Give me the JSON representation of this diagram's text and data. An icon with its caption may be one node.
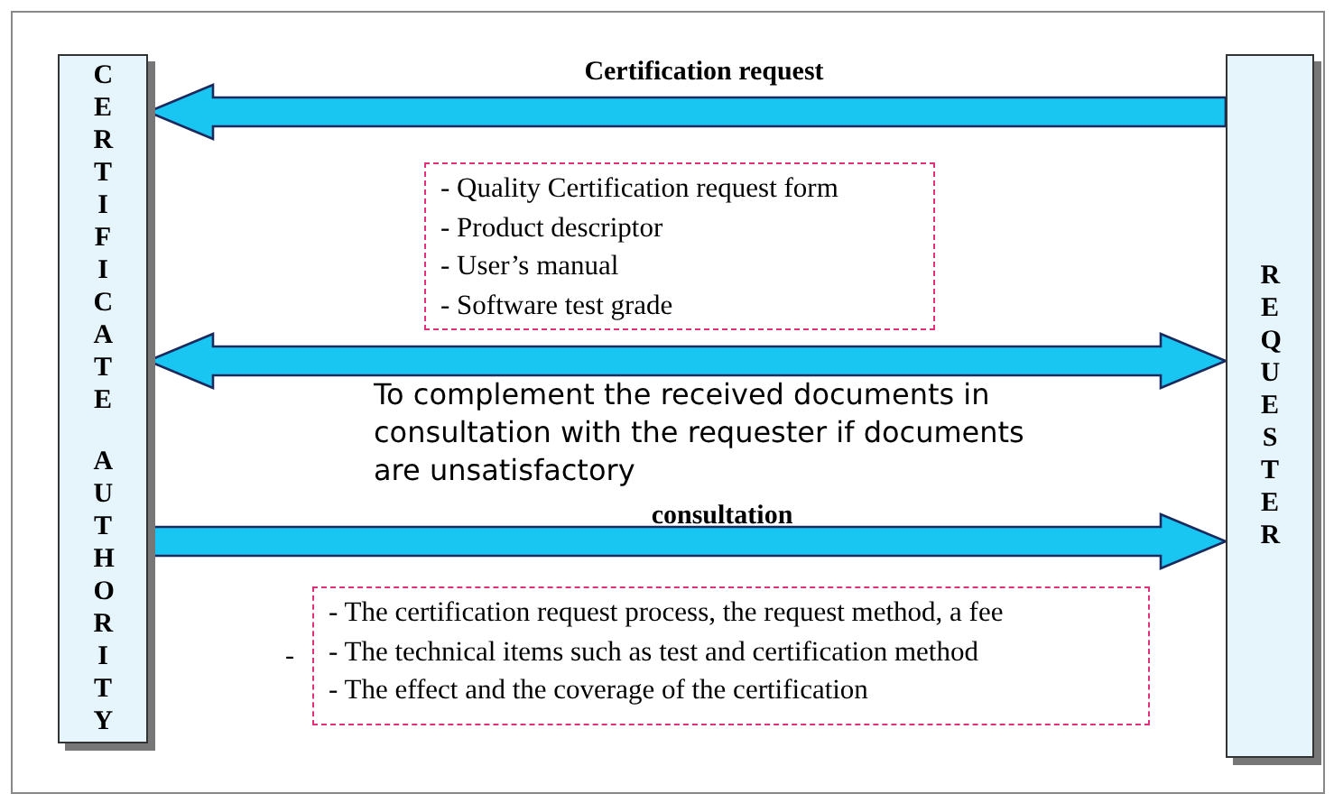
{
  "diagram": {
    "nodes": [
      {
        "text": [
          "CERTIFICATE AUTHORITY"
        ]
      },
      {
        "text": [
          "REQUESTER"
        ]
      },
      {
        "text": [
          "- Quality Certification request form",
          "- Product descriptor",
          "- User’s manual",
          "- Software test grade"
        ]
      },
      {
        "text": [
          "- The certification request process, the request method, a fee",
          "- The technical items such as test and certification method",
          "- The effect and the coverage of the certification"
        ]
      }
    ],
    "edges": [
      {
        "from": 1,
        "to": 0,
        "arrow": "to",
        "label": "Certification request"
      },
      {
        "from": 0,
        "to": 1,
        "arrow": "both",
        "label": "To complement the received documents in consultation with the requester if documents are unsatisfactory"
      },
      {
        "from": 0,
        "to": 1,
        "arrow": "to",
        "label": "consultation"
      }
    ],
    "labels": [
      "-"
    ]
  }
}
